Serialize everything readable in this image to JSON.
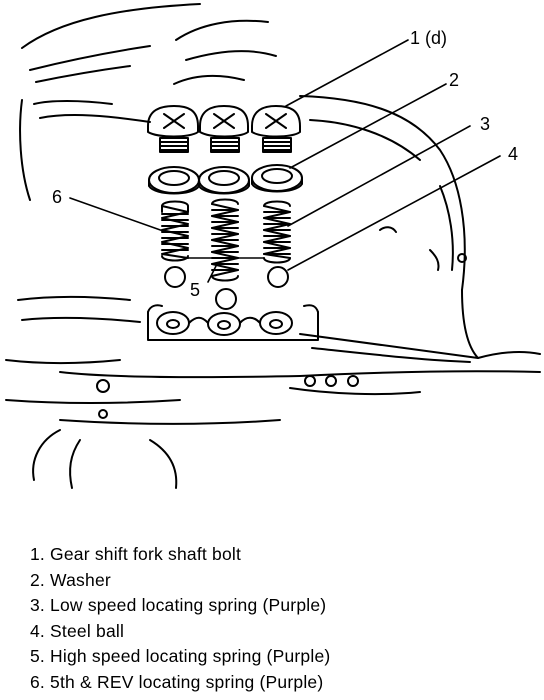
{
  "callouts": {
    "c1": "1 (d)",
    "c2": "2",
    "c3": "3",
    "c4": "4",
    "c5": "5",
    "c6": "6"
  },
  "legend": [
    "1.  Gear shift fork shaft bolt",
    "2.  Washer",
    "3.  Low speed locating spring (Purple)",
    "4.  Steel ball",
    "5.  High speed locating spring (Purple)",
    "6.  5th & REV locating spring (Purple)"
  ]
}
